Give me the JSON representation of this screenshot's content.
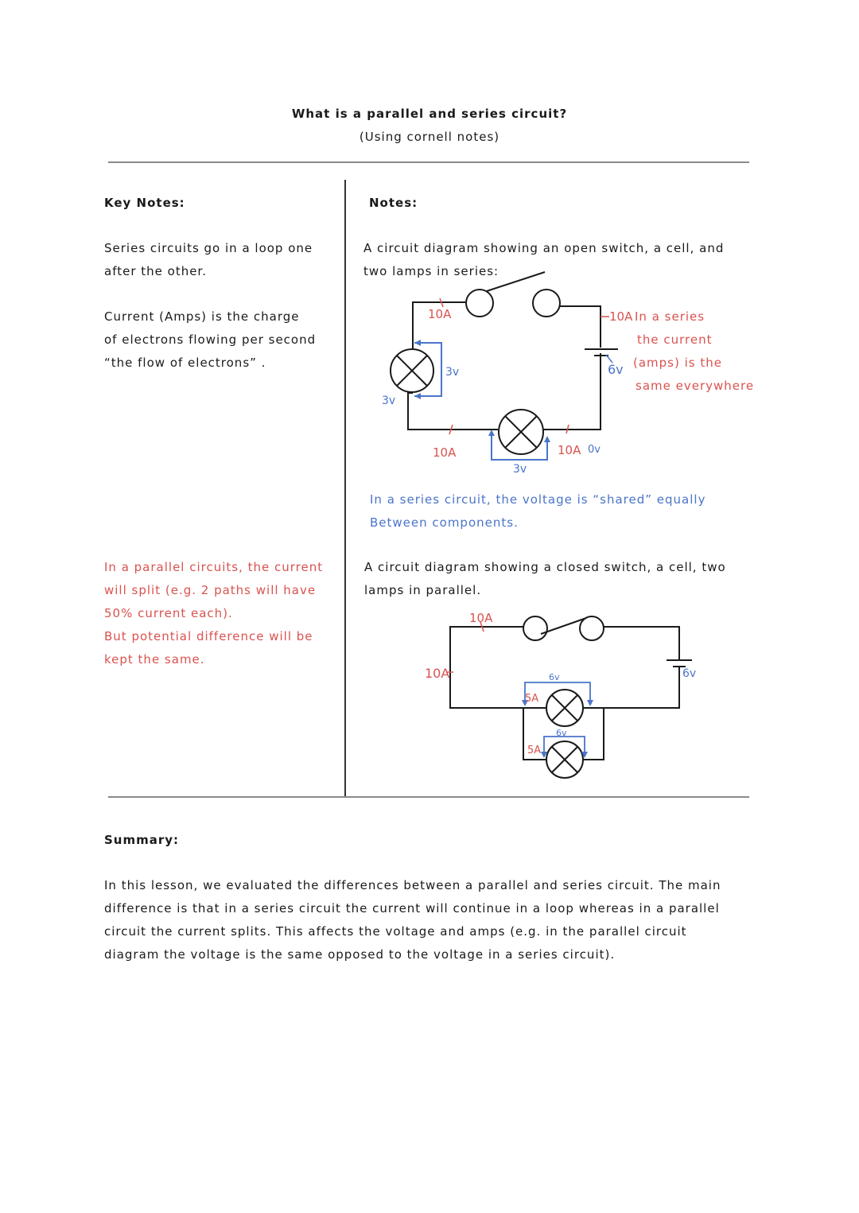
{
  "title": "What is a parallel and series circuit?",
  "subtitle": "(Using cornell notes)",
  "key_notes": {
    "heading": "Key Notes:",
    "series_note": "Series circuits go in a loop one\nafter the other.",
    "current_note": "Current (Amps) is the charge\nof electrons flowing per second\n “the flow of electrons” .",
    "parallel_note": "In a parallel circuits, the current\nwill split (e.g. 2 paths will have\n50% current each).\nBut potential difference will be\nkept the same."
  },
  "notes": {
    "heading": "Notes:",
    "series_intro": "A circuit diagram showing an open switch, a cell, and\ntwo lamps in series:",
    "series_diagram": {
      "current_top_left": "10A",
      "current_top_right": "10A",
      "current_bottom_left": "10A",
      "current_bottom_right": "10A",
      "voltage_lamp_left_inner": "3v",
      "voltage_lamp_left_outer": "3v",
      "voltage_lamp_bottom": "3v",
      "voltage_cell": "6v",
      "voltage_zero": "0v",
      "annotation": [
        "In a series",
        "the current",
        "(amps) is the",
        "same everywhere"
      ]
    },
    "series_voltage_note": "In a series circuit, the voltage is  “shared”  equally\nBetween components.",
    "parallel_intro": " A circuit diagram showing a closed switch, a cell, two\nlamps in parallel.",
    "parallel_diagram": {
      "current_top": "10A",
      "current_left": "10A",
      "current_branch_1": "5A",
      "current_branch_2": "5A",
      "voltage_lamp_1": "6v",
      "voltage_lamp_2": "6v",
      "voltage_cell": "6v"
    }
  },
  "summary": {
    "heading": "Summary:",
    "text": "In this lesson, we evaluated the differences between a parallel and series circuit. The main\ndifference is that in a series circuit the current will continue in a loop whereas in a parallel\ncircuit the current splits. This affects the voltage and amps (e.g. in the parallel circuit\ndiagram the voltage is the same opposed to the voltage in a series circuit)."
  },
  "colors": {
    "red_ink": "#d9534f",
    "blue_ink": "#4a74c9",
    "black_ink": "#1a1a1a"
  }
}
